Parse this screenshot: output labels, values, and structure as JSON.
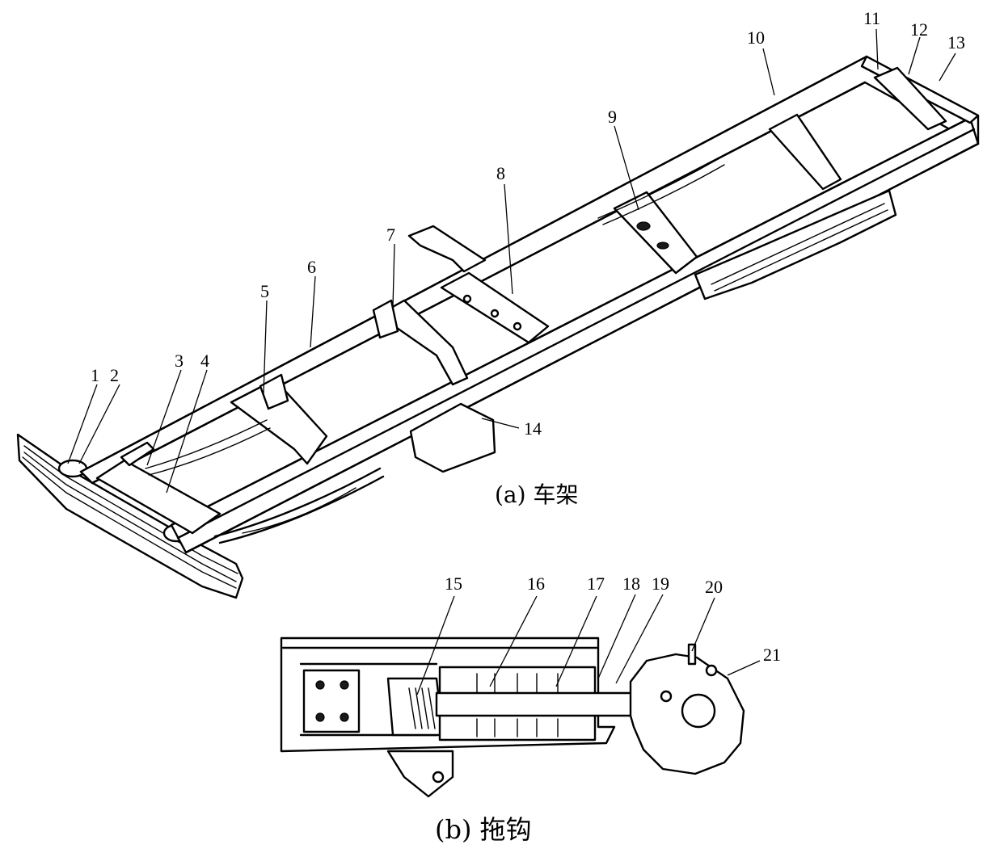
{
  "captions": {
    "frame": "(a) 车架",
    "hook": "(b) 拖钩"
  },
  "labels": [
    "1",
    "2",
    "3",
    "4",
    "5",
    "6",
    "7",
    "8",
    "9",
    "10",
    "11",
    "12",
    "13",
    "14",
    "15",
    "16",
    "17",
    "18",
    "19",
    "20",
    "21"
  ]
}
